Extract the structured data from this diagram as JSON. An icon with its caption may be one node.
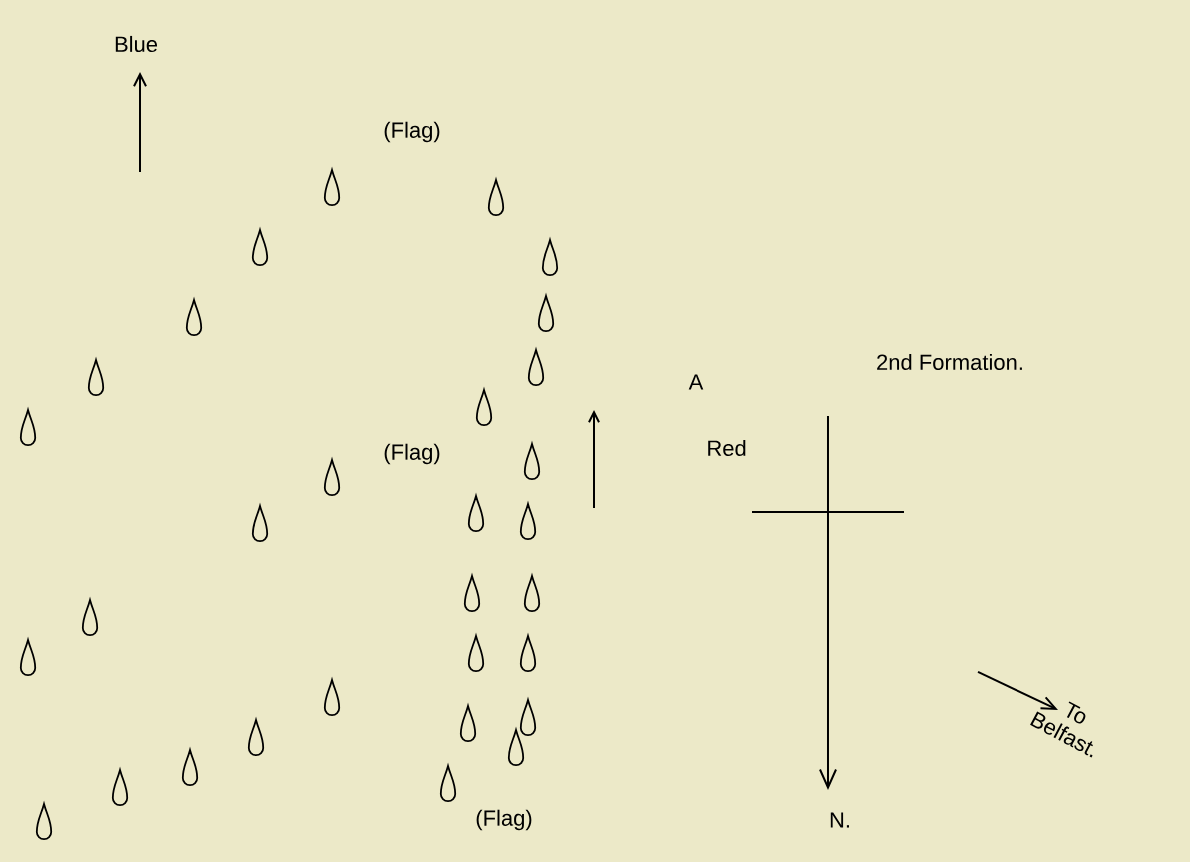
{
  "diagram": {
    "labels": [
      "Blue",
      "(Flag)",
      "2nd Formation.",
      "A",
      "(Flag)",
      "Red",
      "(Flag)",
      "N.",
      "To Belfast."
    ]
  }
}
